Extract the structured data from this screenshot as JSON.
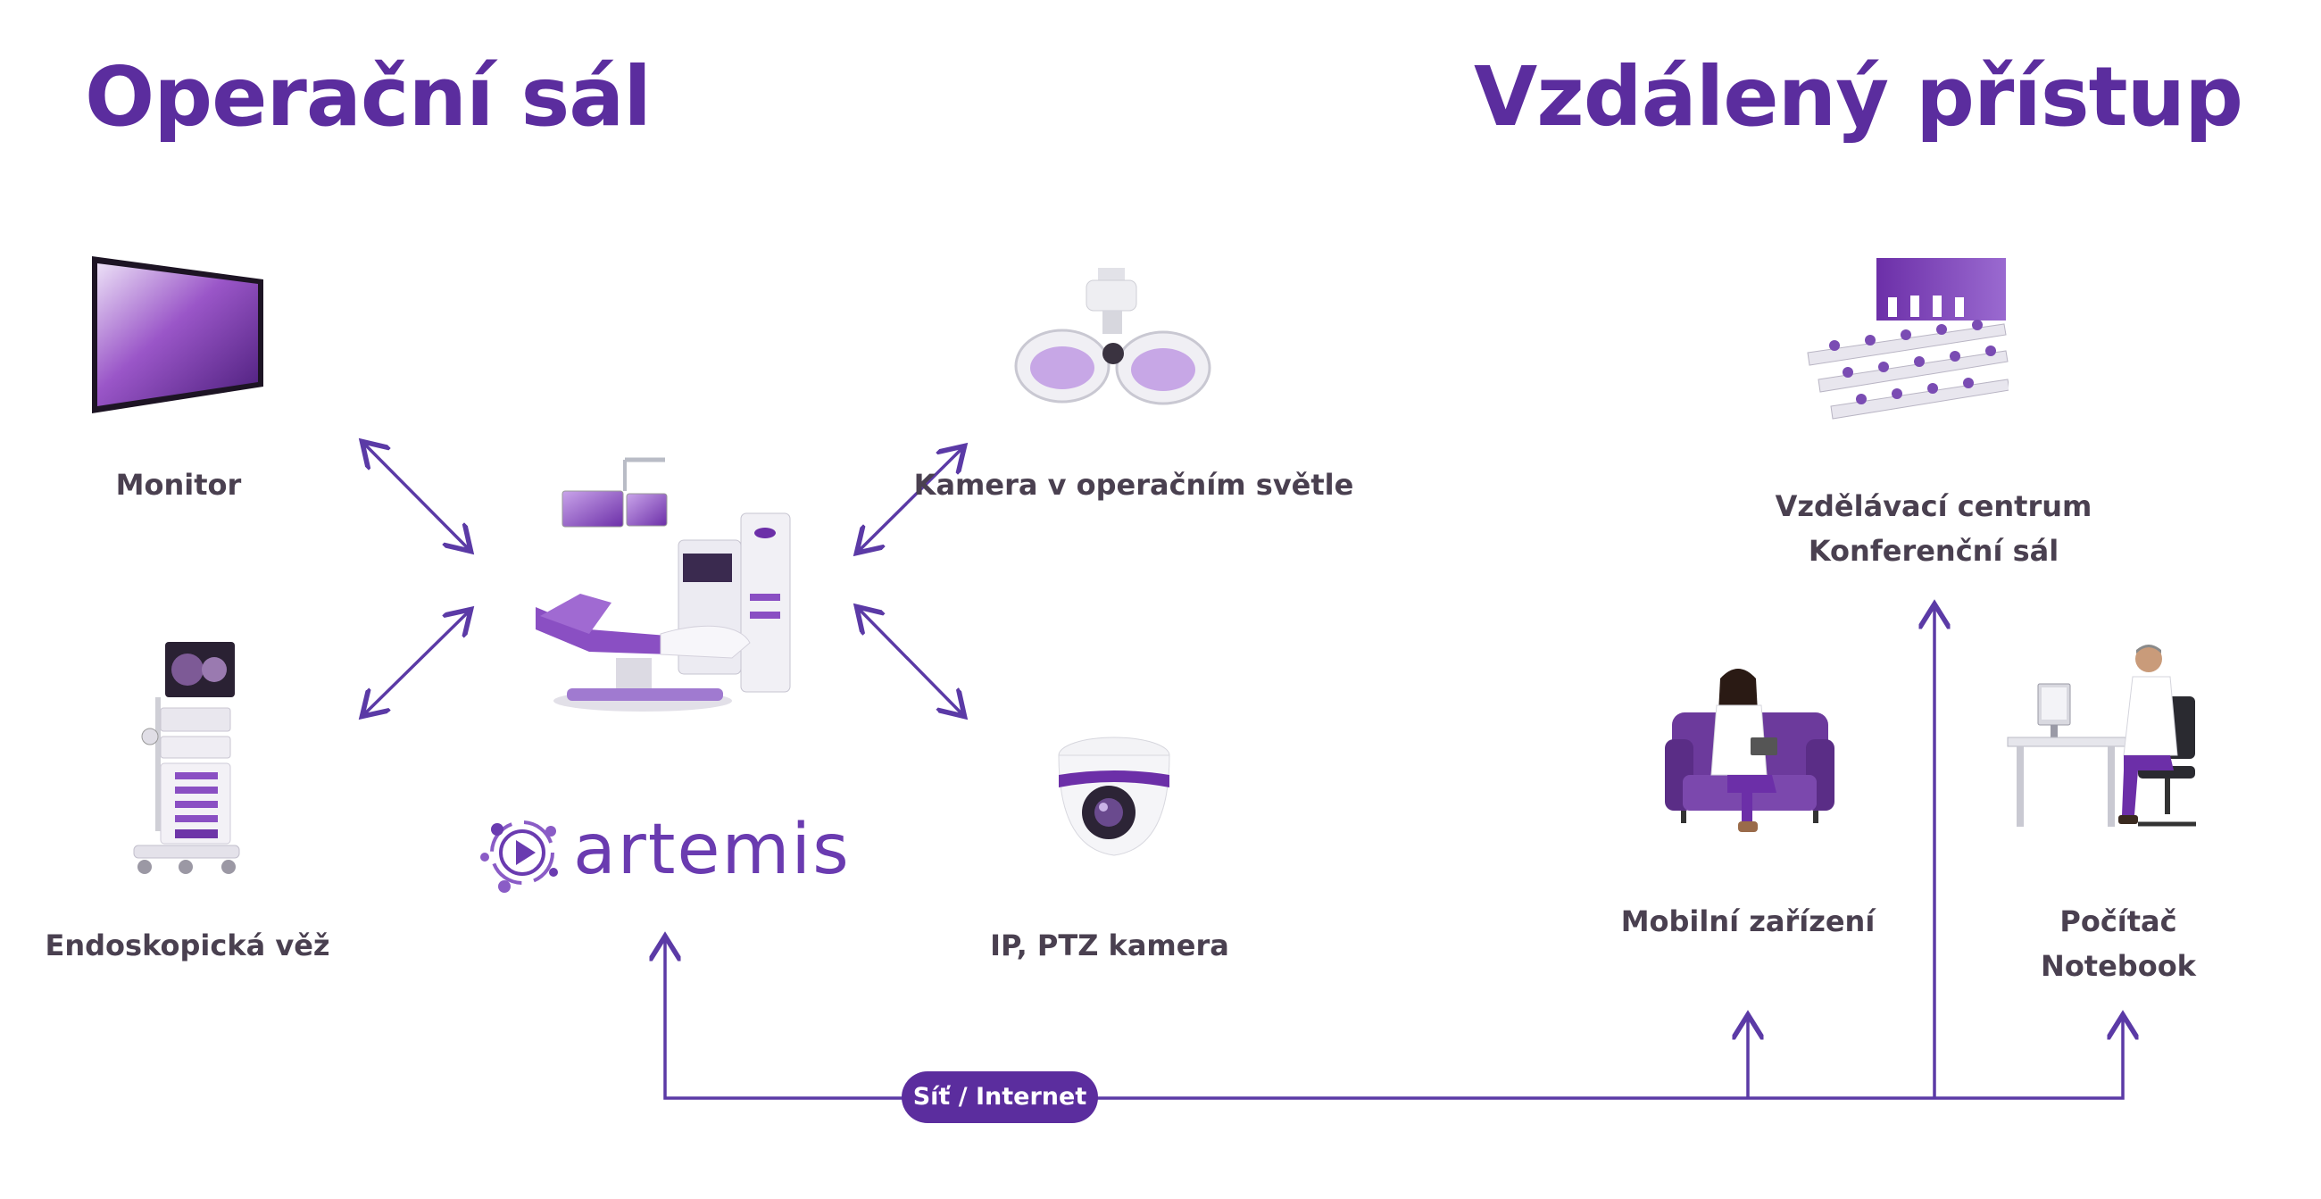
{
  "headings": {
    "left": "Operační sál",
    "right": "Vzdálený přístup"
  },
  "devices": {
    "monitor": "Monitor",
    "endoscopic_tower": "Endoskopická věž",
    "light_camera": "Kamera v operačním světle",
    "ptz_camera": "IP, PTZ kamera"
  },
  "remote": {
    "education_line1": "Vzdělávací centrum",
    "education_line2": "Konferenční sál",
    "mobile": "Mobilní zařízení",
    "computer_line1": "Počítač",
    "computer_line2": "Notebook"
  },
  "network": {
    "label": "Síť / Internet"
  },
  "logo": {
    "text": "artemis"
  },
  "colors": {
    "accent": "#5b2d9e",
    "label": "#4a4050",
    "arrow": "#5b3aa6"
  },
  "icons": [
    "monitor-icon",
    "endoscopic-tower-icon",
    "operating-table-icon",
    "surgical-light-camera-icon",
    "ptz-camera-icon",
    "lecture-hall-icon",
    "woman-with-tablet-icon",
    "doctor-at-computer-icon",
    "artemis-logo-icon"
  ]
}
